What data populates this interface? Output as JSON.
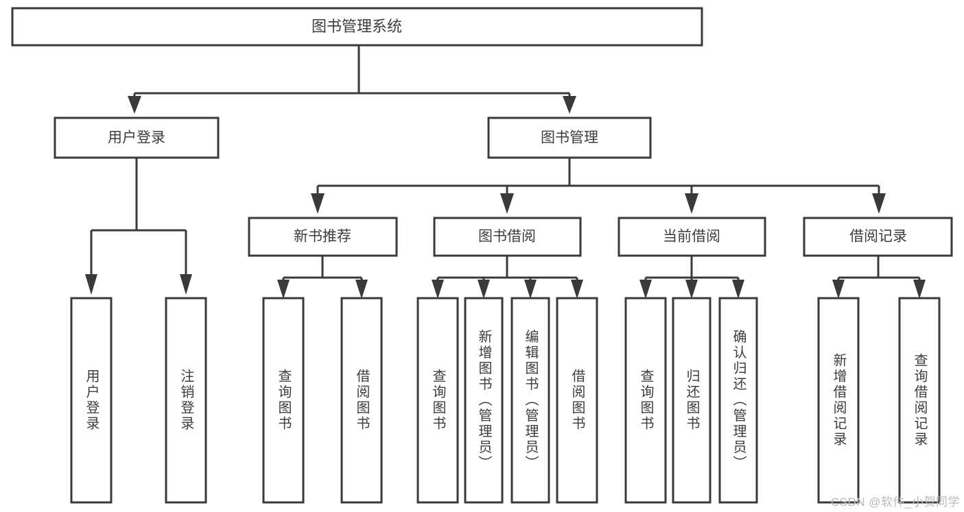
{
  "diagram": {
    "type": "hierarchy-tree",
    "title": "图书管理系统",
    "watermark": "CSDN @软件_小贺同学",
    "colors": {
      "stroke": "#3a3a3a",
      "box_fill": "#ffffff",
      "text": "#3c3c3c",
      "background": "#ffffff",
      "watermark": "#b8b8b8"
    },
    "root": {
      "label": "图书管理系统"
    },
    "level2": [
      {
        "id": "user-login",
        "label": "用户登录"
      },
      {
        "id": "book-management",
        "label": "图书管理"
      }
    ],
    "level3": [
      {
        "id": "new-book-recommend",
        "label": "新书推荐",
        "parent": "book-management"
      },
      {
        "id": "book-borrow",
        "label": "图书借阅",
        "parent": "book-management"
      },
      {
        "id": "current-borrow",
        "label": "当前借阅",
        "parent": "book-management"
      },
      {
        "id": "borrow-record",
        "label": "借阅记录",
        "parent": "book-management"
      }
    ],
    "leaves": {
      "user-login": [
        {
          "id": "leaf-user-login",
          "label": "用户登录"
        },
        {
          "id": "leaf-logout",
          "label": "注销登录"
        }
      ],
      "new-book-recommend": [
        {
          "id": "leaf-query-book-1",
          "label": "查询图书"
        },
        {
          "id": "leaf-borrow-book-1",
          "label": "借阅图书"
        }
      ],
      "book-borrow": [
        {
          "id": "leaf-query-book-2",
          "label": "查询图书"
        },
        {
          "id": "leaf-add-book",
          "label": "新增图书（管理员）"
        },
        {
          "id": "leaf-edit-book",
          "label": "编辑图书（管理员）"
        },
        {
          "id": "leaf-borrow-book-2",
          "label": "借阅图书"
        }
      ],
      "current-borrow": [
        {
          "id": "leaf-query-book-3",
          "label": "查询图书"
        },
        {
          "id": "leaf-return-book",
          "label": "归还图书"
        },
        {
          "id": "leaf-confirm-return",
          "label": "确认归还（管理员）"
        }
      ],
      "borrow-record": [
        {
          "id": "leaf-add-record",
          "label": "新增借阅记录"
        },
        {
          "id": "leaf-query-record",
          "label": "查询借阅记录"
        }
      ]
    }
  }
}
